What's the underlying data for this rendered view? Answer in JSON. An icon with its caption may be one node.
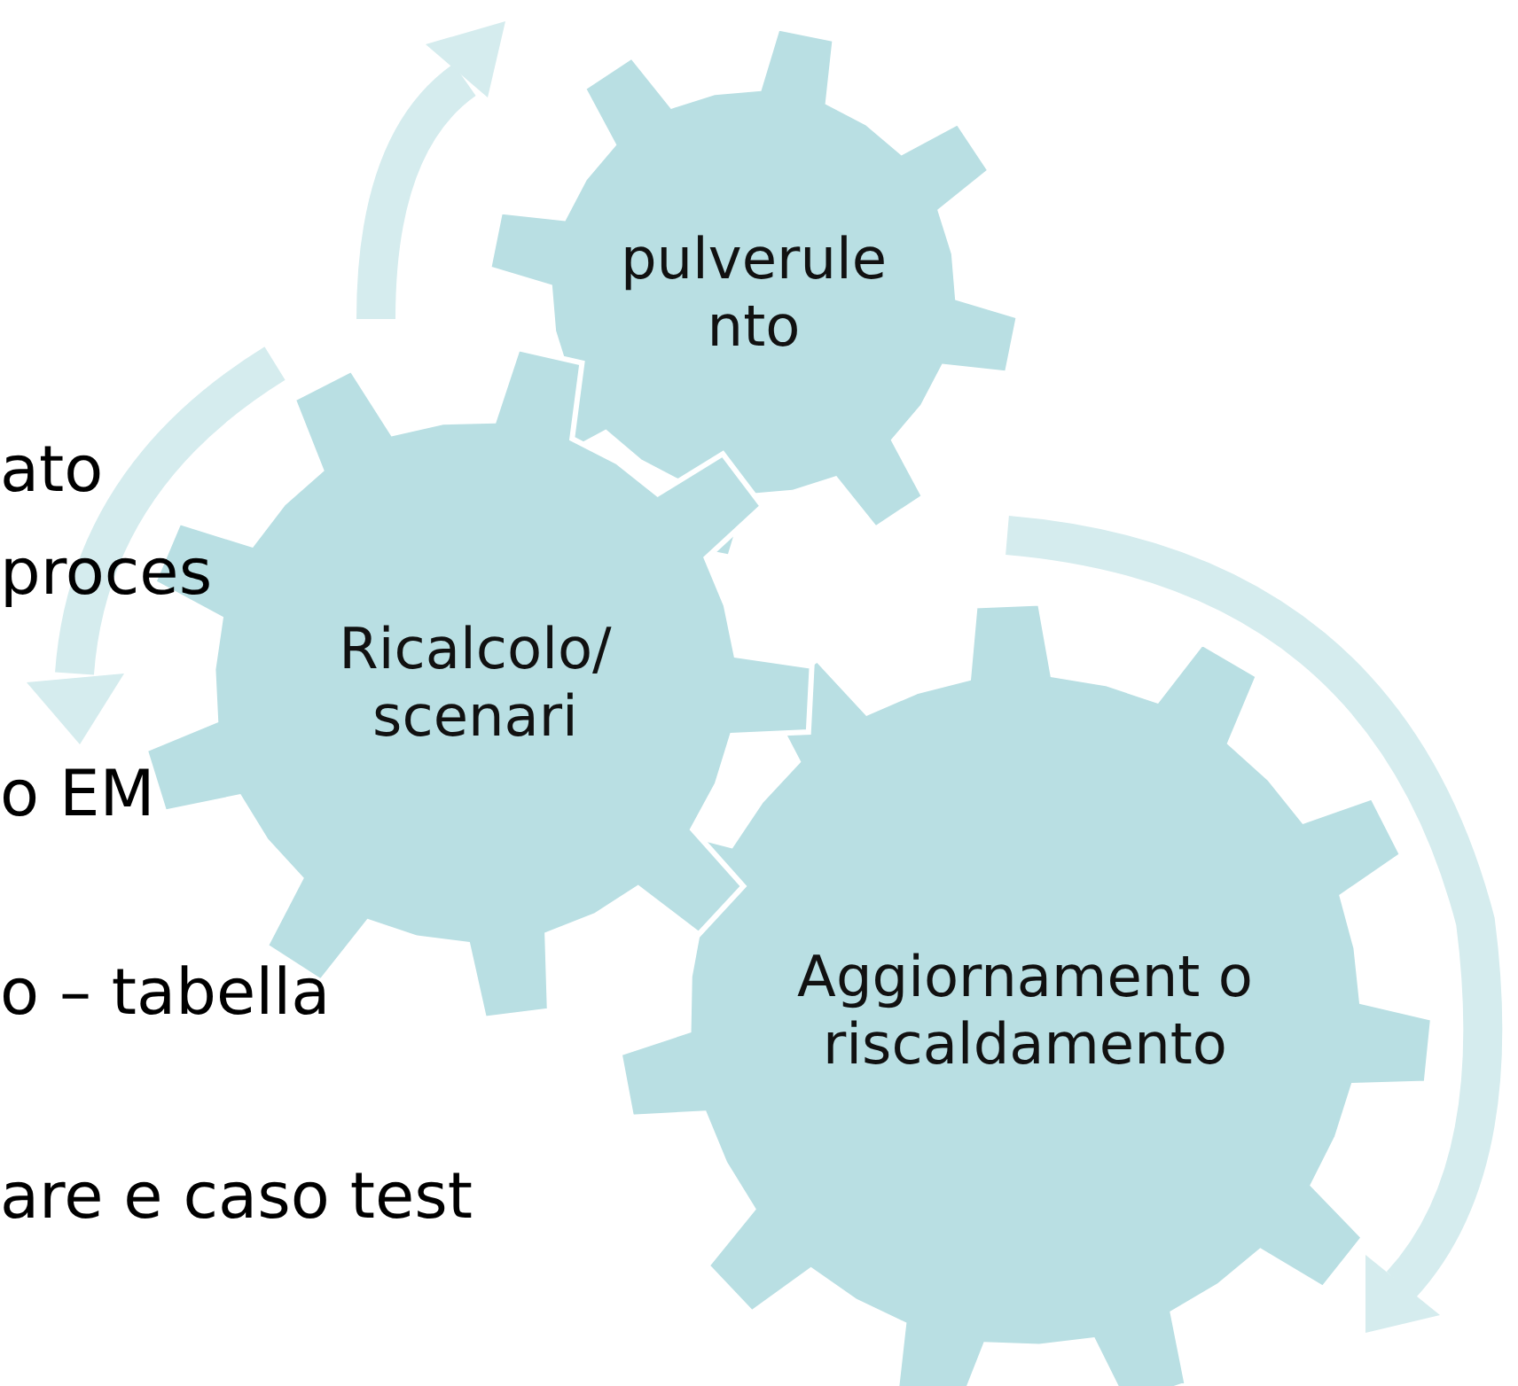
{
  "diagram": {
    "nodes": [
      {
        "text": [
          "pulverule nto"
        ]
      },
      {
        "text": [
          "Ricalcolo/ scenari"
        ]
      },
      {
        "text": [
          "Aggiornament o riscaldamento"
        ]
      }
    ],
    "labels": [
      "ato",
      "proces",
      "o EM",
      "o – tabella",
      "are e caso test"
    ]
  }
}
